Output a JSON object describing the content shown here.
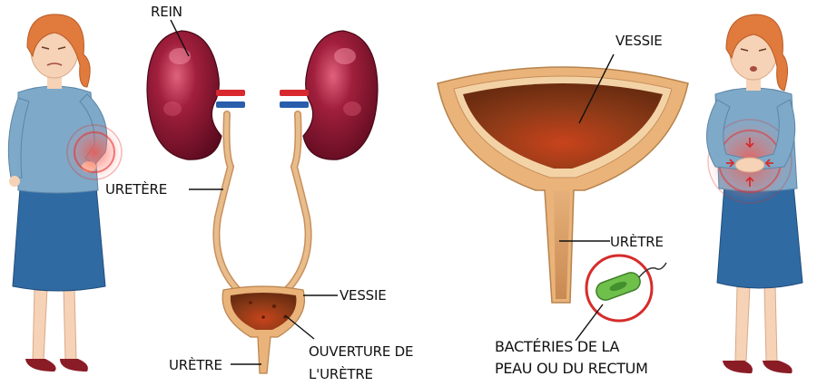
{
  "labels": {
    "rein": "REIN",
    "uretere": "URETÈRE",
    "vessie_left": "VESSIE",
    "uretre_left": "URÈTRE",
    "ouverture_line1": "OUVERTURE DE",
    "ouverture_line2": "L'URÈTRE",
    "vessie_right": "VESSIE",
    "uretre_right": "URÈTRE",
    "bacteries_line1": "BACTÉRIES DE LA",
    "bacteries_line2": "PEAU OU DU RECTUM"
  },
  "colors": {
    "kidney": "#8a1530",
    "kidney_highlight": "#d9536e",
    "ureter": "#e8bd8c",
    "ureter_outline": "#c98f5c",
    "bladder_wall": "#e9b37a",
    "bladder_inner": "#8c3a17",
    "artery": "#d8292f",
    "vein": "#2a5dab",
    "pain_ring": "#e5322f",
    "bacteria": "#6fbf4b",
    "skirt": "#2f6aa3",
    "top": "#7fa9c8",
    "hair": "#e07a3d",
    "skin": "#f6d2b6",
    "shoes": "#8a1c26"
  },
  "icons": {
    "left_figure": "woman-back-pain-figure",
    "right_figure": "woman-abdominal-pain-figure",
    "bacteria": "bacteria-icon"
  }
}
